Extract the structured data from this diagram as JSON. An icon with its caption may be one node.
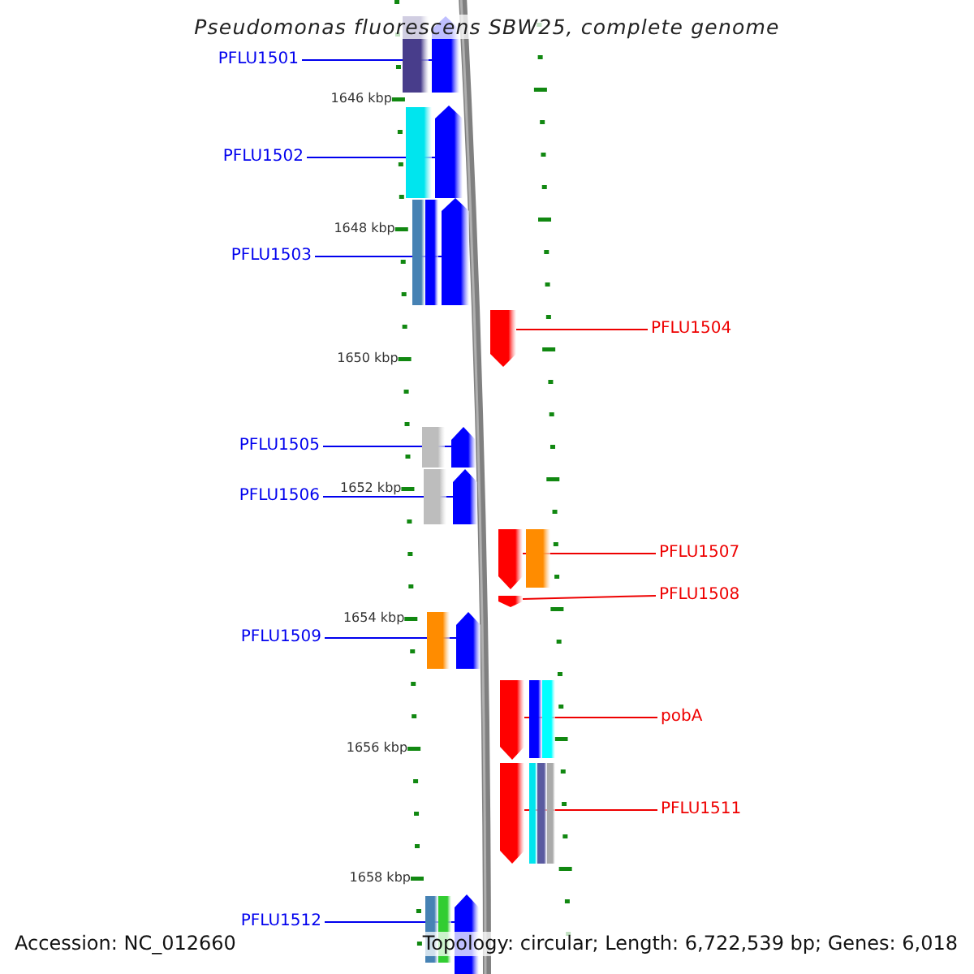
{
  "diagram": {
    "title": "Pseudomonas fluorescens SBW25, complete genome",
    "nodes": [
      {
        "text": [
          "PFLU1501"
        ]
      },
      {
        "text": [
          "PFLU1502"
        ]
      },
      {
        "text": [
          "PFLU1503"
        ]
      },
      {
        "text": [
          "PFLU1504"
        ]
      },
      {
        "text": [
          "PFLU1505"
        ]
      },
      {
        "text": [
          "PFLU1506"
        ]
      },
      {
        "text": [
          "PFLU1507"
        ]
      },
      {
        "text": [
          "PFLU1508"
        ]
      },
      {
        "text": [
          "PFLU1509"
        ]
      },
      {
        "text": [
          "pobA"
        ]
      },
      {
        "text": [
          "PFLU1511"
        ]
      },
      {
        "text": [
          "PFLU1512"
        ]
      },
      {
        "text": [],
        "shape": "pentagon"
      },
      {
        "text": [],
        "shape": "pentagon"
      },
      {
        "text": [],
        "shape": "pentagon"
      },
      {
        "text": [],
        "shape": "pentagon"
      },
      {
        "text": [],
        "shape": "pentagon"
      },
      {
        "text": [],
        "shape": "pentagon"
      },
      {
        "text": [],
        "shape": "pentagon"
      },
      {
        "text": [],
        "shape": "pentagon"
      },
      {
        "text": [],
        "shape": "pentagon"
      },
      {
        "text": [],
        "shape": "pentagon"
      },
      {
        "text": [],
        "shape": "pentagon"
      },
      {
        "text": [],
        "shape": "pentagon"
      }
    ],
    "edges": [
      {
        "from": 0,
        "to": 12,
        "arrow": "none"
      },
      {
        "from": 1,
        "to": 13,
        "arrow": "none"
      },
      {
        "from": 2,
        "to": 14,
        "arrow": "none"
      },
      {
        "from": 3,
        "to": 15,
        "arrow": "none",
        "color": "#ee0000"
      },
      {
        "from": 4,
        "to": 16,
        "arrow": "none"
      },
      {
        "from": 5,
        "to": 17,
        "arrow": "none"
      },
      {
        "from": 6,
        "to": 18,
        "arrow": "none",
        "color": "#ee0000"
      },
      {
        "from": 7,
        "to": 19,
        "arrow": "none",
        "color": "#ee0000"
      },
      {
        "from": 8,
        "to": 20,
        "arrow": "none"
      },
      {
        "from": 9,
        "to": 21,
        "arrow": "none",
        "color": "#ee0000"
      },
      {
        "from": 10,
        "to": 22,
        "arrow": "none",
        "color": "#ee0000"
      },
      {
        "from": 11,
        "to": 23,
        "arrow": "none"
      }
    ],
    "labels": [
      "1646 kbp",
      "1648 kbp",
      "1650 kbp",
      "1652 kbp",
      "1654 kbp",
      "1656 kbp",
      "1658 kbp",
      "Accession: NC_012660",
      "Topology: circular; Length: 6,722,539 bp; Genes: 6,018"
    ]
  }
}
